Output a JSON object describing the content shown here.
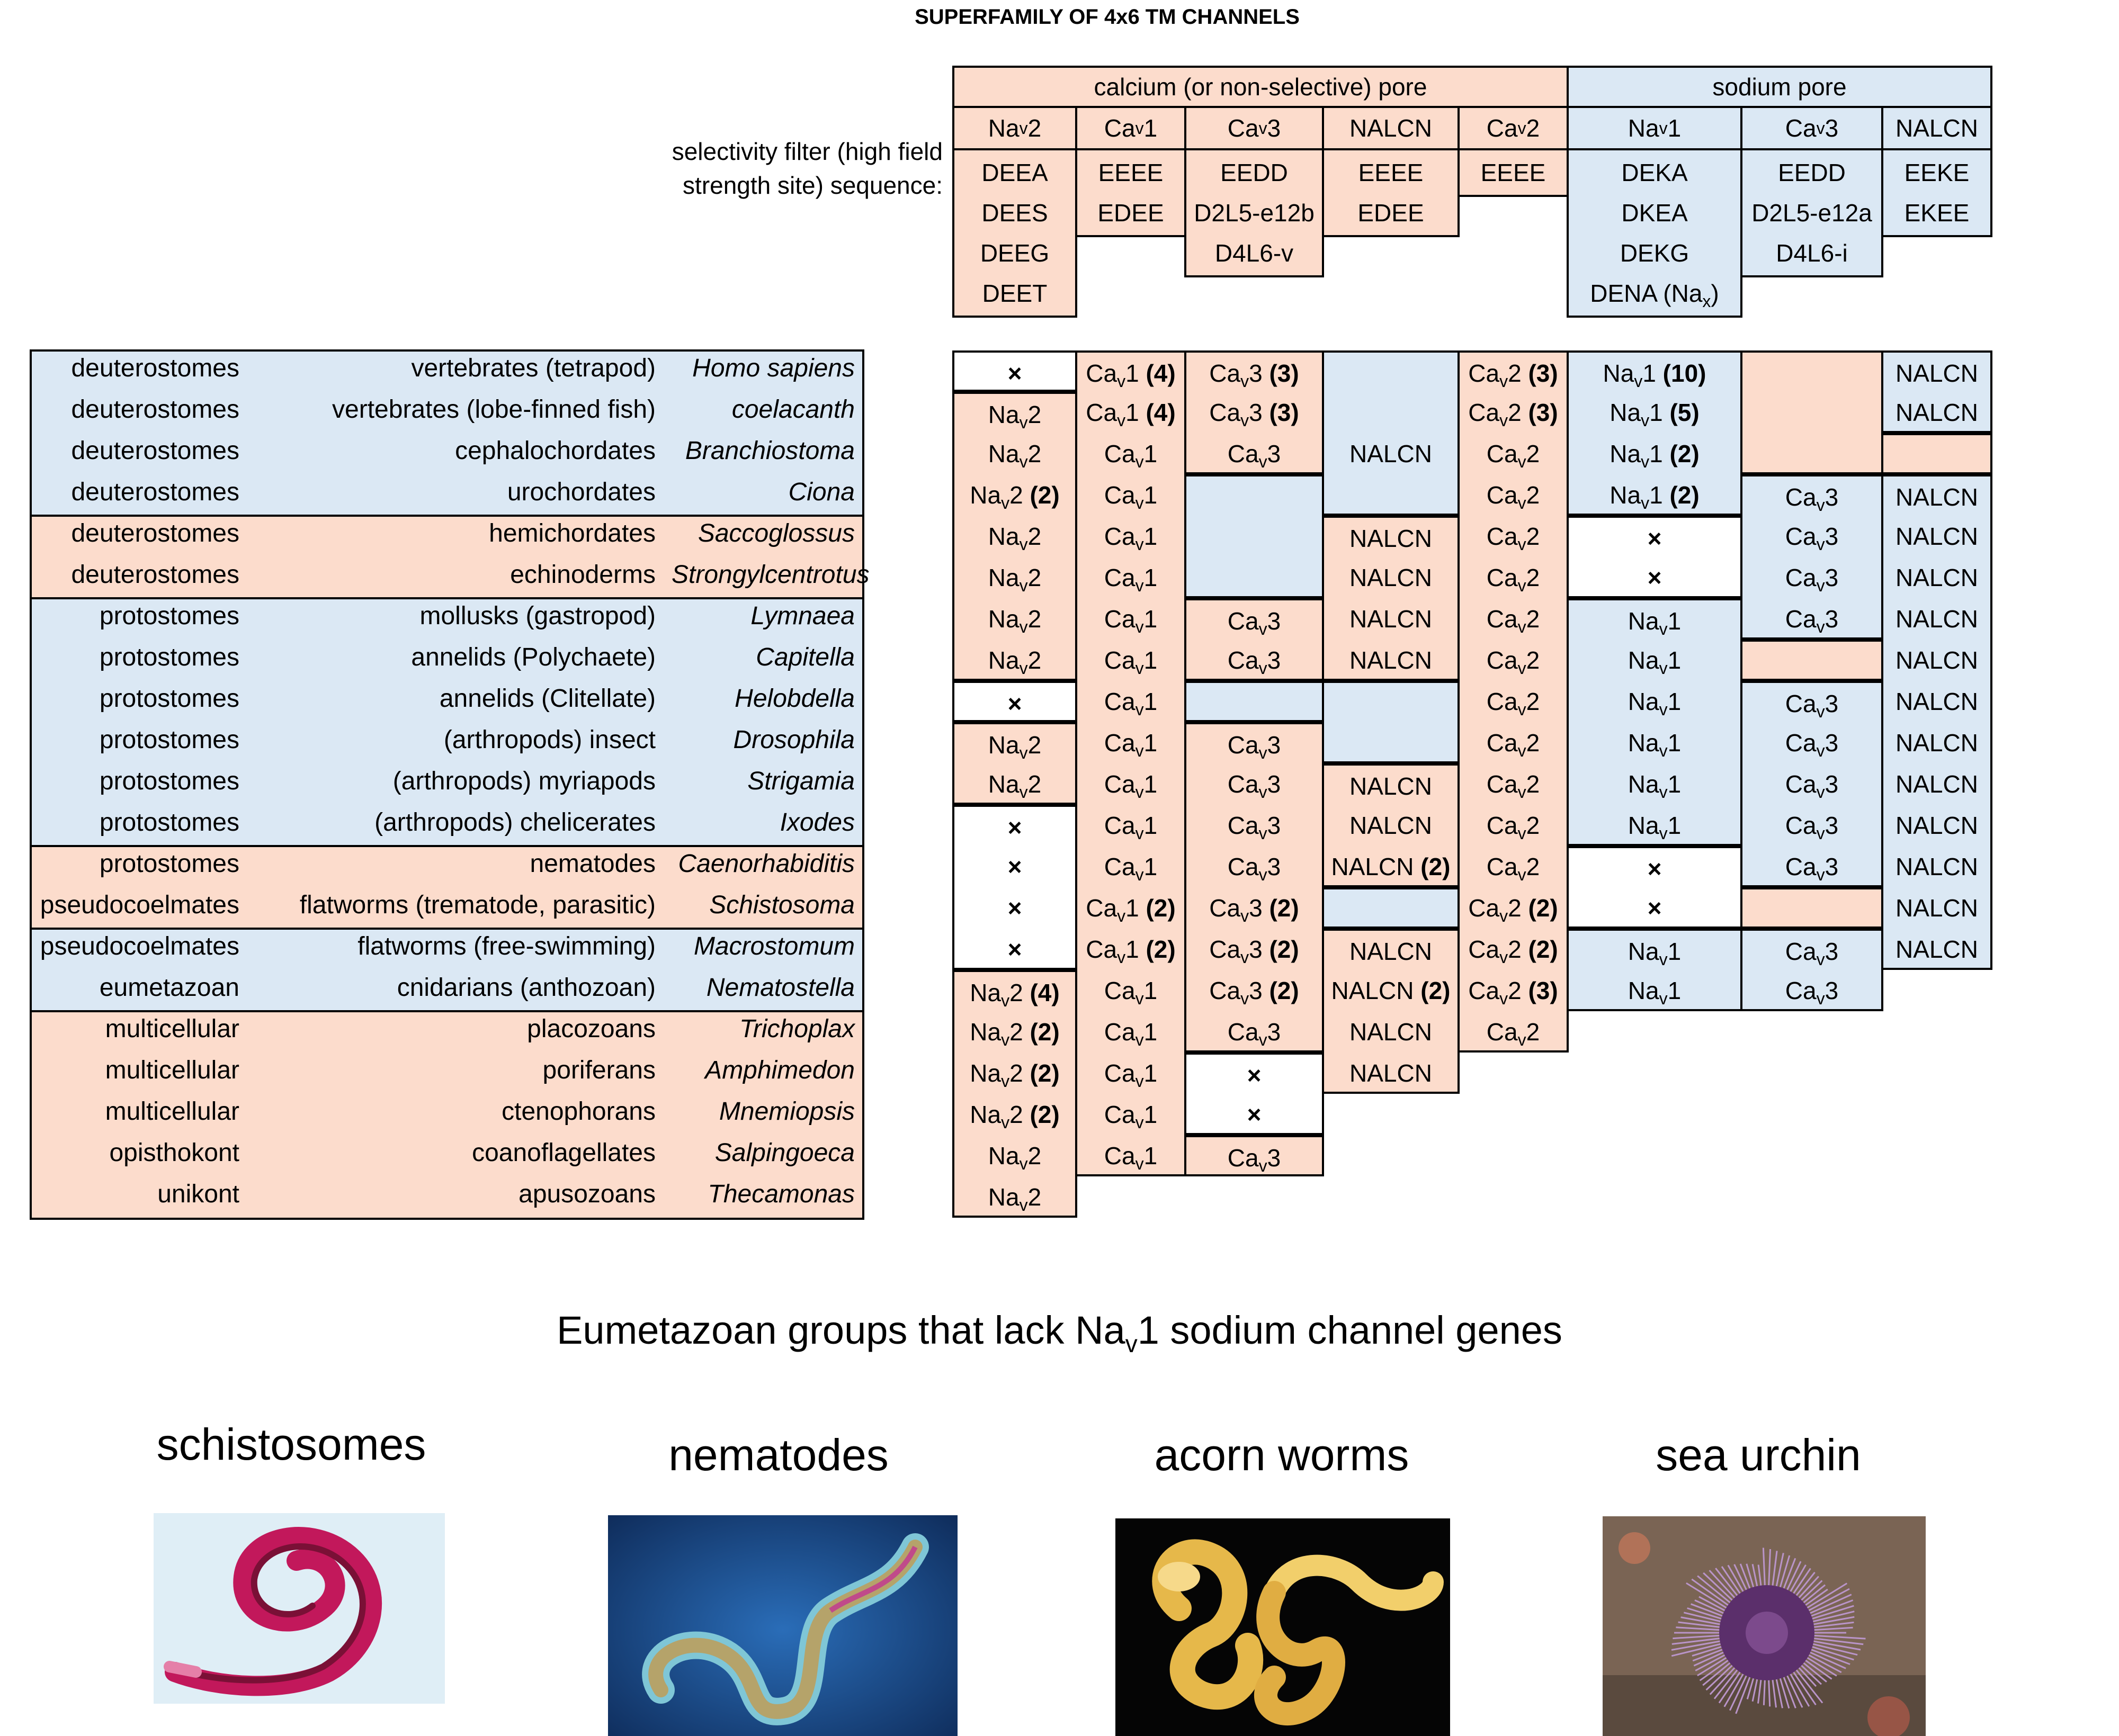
{
  "title": "SUPERFAMILY OF 4x6 TM CHANNELS",
  "colors": {
    "ca": "#fcdccc",
    "na": "#dbe8f4",
    "white": "#ffffff",
    "border": "#000000"
  },
  "pore_groups": [
    {
      "label": "calcium (or non-selective) pore",
      "color": "ca"
    },
    {
      "label": "sodium pore",
      "color": "na"
    }
  ],
  "selectivity_label": [
    "selectivity filter (high field",
    "strength site) sequence:"
  ],
  "columns": [
    {
      "label": [
        "Na",
        "v",
        "2"
      ],
      "pore": "ca",
      "filters": [
        "DEEA",
        "DEES",
        "DEEG",
        "DEET"
      ]
    },
    {
      "label": [
        "Ca",
        "v",
        "1"
      ],
      "pore": "ca",
      "filters": [
        "EEEE",
        "EDEE"
      ]
    },
    {
      "label": [
        "Ca",
        "v",
        "3"
      ],
      "pore": "ca",
      "filters": [
        "EEDD",
        "D2L5-e12b",
        "D4L6-v"
      ]
    },
    {
      "label": [
        "NALCN",
        "",
        ""
      ],
      "pore": "ca",
      "filters": [
        "EEEE",
        "EDEE"
      ]
    },
    {
      "label": [
        "Ca",
        "v",
        "2"
      ],
      "pore": "ca",
      "filters": [
        "EEEE"
      ]
    },
    {
      "label": [
        "Na",
        "v",
        "1"
      ],
      "pore": "na",
      "filters": [
        "DEKA",
        "DKEA",
        "DEKG",
        "DENA (Na",
        "x",
        ")"
      ]
    },
    {
      "label": [
        "Ca",
        "v",
        "3"
      ],
      "pore": "na",
      "filters": [
        "EEDD",
        "D2L5-e12a",
        "D4L6-i"
      ]
    },
    {
      "label": [
        "NALCN",
        "",
        ""
      ],
      "pore": "na",
      "filters": [
        "EEKE",
        "EKEE"
      ]
    }
  ],
  "taxa": [
    {
      "group": "deuterostomes",
      "clade": "vertebrates (tetrapod)",
      "species": "Homo sapiens",
      "color": "na"
    },
    {
      "group": "deuterostomes",
      "clade": "vertebrates (lobe-finned fish)",
      "species": "coelacanth",
      "color": "na"
    },
    {
      "group": "deuterostomes",
      "clade": "cephalochordates",
      "species": "Branchiostoma",
      "color": "na"
    },
    {
      "group": "deuterostomes",
      "clade": "urochordates",
      "species": "Ciona",
      "color": "na"
    },
    {
      "group": "deuterostomes",
      "clade": "hemichordates",
      "species": "Saccoglossus",
      "color": "ca"
    },
    {
      "group": "deuterostomes",
      "clade": "echinoderms",
      "species": "Strongylcentrotus",
      "color": "ca"
    },
    {
      "group": "protostomes",
      "clade": "mollusks (gastropod)",
      "species": "Lymnaea",
      "color": "na"
    },
    {
      "group": "protostomes",
      "clade": "annelids (Polychaete)",
      "species": "Capitella",
      "color": "na"
    },
    {
      "group": "protostomes",
      "clade": "annelids (Clitellate)",
      "species": "Helobdella",
      "color": "na"
    },
    {
      "group": "protostomes",
      "clade": "(arthropods) insect",
      "species": "Drosophila",
      "color": "na"
    },
    {
      "group": "protostomes",
      "clade": "(arthropods) myriapods",
      "species": "Strigamia",
      "color": "na"
    },
    {
      "group": "protostomes",
      "clade": "(arthropods) chelicerates",
      "species": "Ixodes",
      "color": "na"
    },
    {
      "group": "protostomes",
      "clade": "nematodes",
      "species": "Caenorhabiditis",
      "color": "ca"
    },
    {
      "group": "pseudocoelmates",
      "clade": "flatworms (trematode, parasitic)",
      "species": "Schistosoma",
      "color": "ca"
    },
    {
      "group": "pseudocoelmates",
      "clade": "flatworms (free-swimming)",
      "species": "Macrostomum",
      "color": "na"
    },
    {
      "group": "eumetazoan",
      "clade": "cnidarians (anthozoan)",
      "species": "Nematostella",
      "color": "na"
    },
    {
      "group": "multicellular",
      "clade": "placozoans",
      "species": "Trichoplax",
      "color": "ca"
    },
    {
      "group": "multicellular",
      "clade": "poriferans",
      "species": "Amphimedon",
      "color": "ca"
    },
    {
      "group": "multicellular",
      "clade": "ctenophorans",
      "species": "Mnemiopsis",
      "color": "ca"
    },
    {
      "group": "opisthokont",
      "clade": "coanoflagellates",
      "species": "Salpingoeca",
      "color": "ca"
    },
    {
      "group": "unikont",
      "clade": "apusozoans",
      "species": "Thecamonas",
      "color": "ca"
    }
  ],
  "cells": [
    [
      [
        "×",
        "white"
      ],
      [
        "1|(4)",
        "ca"
      ],
      [
        "3|(3)",
        "ca"
      ],
      [
        "",
        "na"
      ],
      [
        "2|(3)",
        "ca"
      ],
      [
        "1|(10)",
        "na"
      ],
      [
        "",
        "ca"
      ],
      [
        "N|",
        "na"
      ]
    ],
    [
      [
        "2|",
        "ca"
      ],
      [
        "1|(4)",
        "ca"
      ],
      [
        "3|(3)",
        "ca"
      ],
      [
        "",
        "na"
      ],
      [
        "2|(3)",
        "ca"
      ],
      [
        "1|(5)",
        "na"
      ],
      [
        "",
        "ca"
      ],
      [
        "N|",
        "na"
      ]
    ],
    [
      [
        "2|",
        "ca"
      ],
      [
        "1|",
        "ca"
      ],
      [
        "3|",
        "ca"
      ],
      [
        "N|",
        "na"
      ],
      [
        "2|",
        "ca"
      ],
      [
        "1|(2)",
        "na"
      ],
      [
        "",
        "ca"
      ],
      [
        "",
        "ca"
      ]
    ],
    [
      [
        "2|(2)",
        "ca"
      ],
      [
        "1|",
        "ca"
      ],
      [
        "",
        "na"
      ],
      [
        "",
        "na"
      ],
      [
        "2|",
        "ca"
      ],
      [
        "1|(2)",
        "na"
      ],
      [
        "3|",
        "na"
      ],
      [
        "N|",
        "na"
      ]
    ],
    [
      [
        "2|",
        "ca"
      ],
      [
        "1|",
        "ca"
      ],
      [
        "",
        "na"
      ],
      [
        "N|",
        "ca"
      ],
      [
        "2|",
        "ca"
      ],
      [
        "×",
        "white"
      ],
      [
        "3|",
        "na"
      ],
      [
        "N|",
        "na"
      ]
    ],
    [
      [
        "2|",
        "ca"
      ],
      [
        "1|",
        "ca"
      ],
      [
        "",
        "na"
      ],
      [
        "N|",
        "ca"
      ],
      [
        "2|",
        "ca"
      ],
      [
        "×",
        "white"
      ],
      [
        "3|",
        "na"
      ],
      [
        "N|",
        "na"
      ]
    ],
    [
      [
        "2|",
        "ca"
      ],
      [
        "1|",
        "ca"
      ],
      [
        "3|",
        "ca"
      ],
      [
        "N|",
        "ca"
      ],
      [
        "2|",
        "ca"
      ],
      [
        "1|",
        "na"
      ],
      [
        "3|",
        "na"
      ],
      [
        "N|",
        "na"
      ]
    ],
    [
      [
        "2|",
        "ca"
      ],
      [
        "1|",
        "ca"
      ],
      [
        "3|",
        "ca"
      ],
      [
        "N|",
        "ca"
      ],
      [
        "2|",
        "ca"
      ],
      [
        "1|",
        "na"
      ],
      [
        "",
        "ca"
      ],
      [
        "N|",
        "na"
      ]
    ],
    [
      [
        "×",
        "white"
      ],
      [
        "1|",
        "ca"
      ],
      [
        "",
        "na"
      ],
      [
        "",
        "na"
      ],
      [
        "2|",
        "ca"
      ],
      [
        "1|",
        "na"
      ],
      [
        "3|",
        "na"
      ],
      [
        "N|",
        "na"
      ]
    ],
    [
      [
        "2|",
        "ca"
      ],
      [
        "1|",
        "ca"
      ],
      [
        "3|",
        "ca"
      ],
      [
        "",
        "na"
      ],
      [
        "2|",
        "ca"
      ],
      [
        "1|",
        "na"
      ],
      [
        "3|",
        "na"
      ],
      [
        "N|",
        "na"
      ]
    ],
    [
      [
        "2|",
        "ca"
      ],
      [
        "1|",
        "ca"
      ],
      [
        "3|",
        "ca"
      ],
      [
        "N|",
        "ca"
      ],
      [
        "2|",
        "ca"
      ],
      [
        "1|",
        "na"
      ],
      [
        "3|",
        "na"
      ],
      [
        "N|",
        "na"
      ]
    ],
    [
      [
        "×",
        "white"
      ],
      [
        "1|",
        "ca"
      ],
      [
        "3|",
        "ca"
      ],
      [
        "N|",
        "ca"
      ],
      [
        "2|",
        "ca"
      ],
      [
        "1|",
        "na"
      ],
      [
        "3|",
        "na"
      ],
      [
        "N|",
        "na"
      ]
    ],
    [
      [
        "×",
        "white"
      ],
      [
        "1|",
        "ca"
      ],
      [
        "3|",
        "ca"
      ],
      [
        "N|(2)",
        "ca"
      ],
      [
        "2|",
        "ca"
      ],
      [
        "×",
        "white"
      ],
      [
        "3|",
        "na"
      ],
      [
        "N|",
        "na"
      ]
    ],
    [
      [
        "×",
        "white"
      ],
      [
        "1|(2)",
        "ca"
      ],
      [
        "3|(2)",
        "ca"
      ],
      [
        "",
        "na"
      ],
      [
        "2|(2)",
        "ca"
      ],
      [
        "×",
        "white"
      ],
      [
        "",
        "ca"
      ],
      [
        "N|",
        "na"
      ]
    ],
    [
      [
        "×",
        "white"
      ],
      [
        "1|(2)",
        "ca"
      ],
      [
        "3|(2)",
        "ca"
      ],
      [
        "N|",
        "ca"
      ],
      [
        "2|(2)",
        "ca"
      ],
      [
        "1|",
        "na"
      ],
      [
        "3|",
        "na"
      ],
      [
        "N|",
        "na"
      ]
    ],
    [
      [
        "2|(4)",
        "ca"
      ],
      [
        "1|",
        "ca"
      ],
      [
        "3|(2)",
        "ca"
      ],
      [
        "N|(2)",
        "ca"
      ],
      [
        "2|(3)",
        "ca"
      ],
      [
        "1|",
        "na"
      ],
      [
        "3|",
        "na"
      ],
      null
    ],
    [
      [
        "2|(2)",
        "ca"
      ],
      [
        "1|",
        "ca"
      ],
      [
        "3|",
        "ca"
      ],
      [
        "N|",
        "ca"
      ],
      [
        "2|",
        "ca"
      ],
      null,
      null,
      null
    ],
    [
      [
        "2|(2)",
        "ca"
      ],
      [
        "1|",
        "ca"
      ],
      [
        "×",
        "white"
      ],
      [
        "N|",
        "ca"
      ],
      null,
      null,
      null,
      null
    ],
    [
      [
        "2|(2)",
        "ca"
      ],
      [
        "1|",
        "ca"
      ],
      [
        "×",
        "white"
      ],
      null,
      null,
      null,
      null,
      null
    ],
    [
      [
        "2|",
        "ca"
      ],
      [
        "1|",
        "ca"
      ],
      [
        "3|",
        "ca"
      ],
      null,
      null,
      null,
      null,
      null
    ],
    [
      [
        "2|",
        "ca"
      ],
      null,
      null,
      null,
      null,
      null,
      null,
      null
    ]
  ],
  "caption": [
    "Eumetazoan groups that lack Na",
    "v",
    "1 sodium channel genes"
  ],
  "photos": [
    {
      "label": "schistosomes",
      "icon": "schistosome-photo"
    },
    {
      "label": "nematodes",
      "icon": "nematode-photo"
    },
    {
      "label": "acorn worms",
      "icon": "acorn-worm-photo"
    },
    {
      "label": "sea urchin",
      "icon": "sea-urchin-photo"
    }
  ]
}
